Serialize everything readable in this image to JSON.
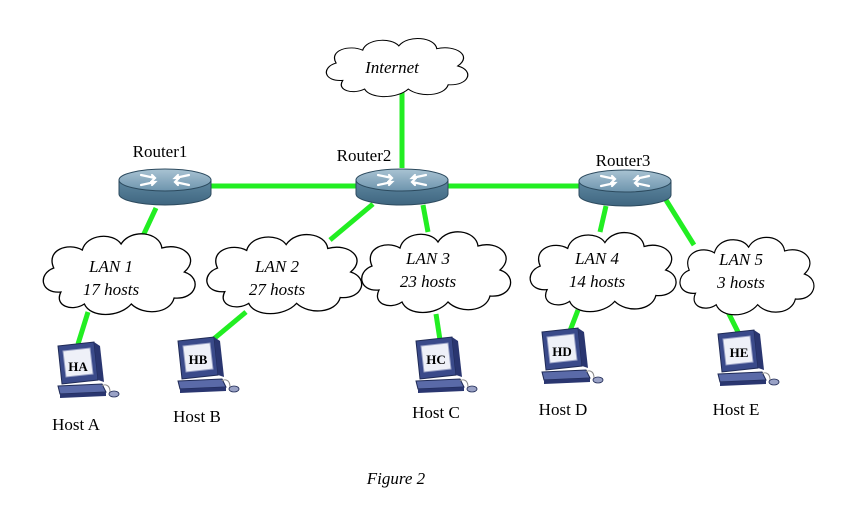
{
  "internet": {
    "label": "Internet"
  },
  "routers": {
    "r1": {
      "label": "Router1"
    },
    "r2": {
      "label": "Router2"
    },
    "r3": {
      "label": "Router3"
    }
  },
  "lans": {
    "lan1": {
      "name": "LAN 1",
      "hosts": "17 hosts"
    },
    "lan2": {
      "name": "LAN 2",
      "hosts": "27 hosts"
    },
    "lan3": {
      "name": "LAN 3",
      "hosts": "23 hosts"
    },
    "lan4": {
      "name": "LAN 4",
      "hosts": "14 hosts"
    },
    "lan5": {
      "name": "LAN 5",
      "hosts": "3 hosts"
    }
  },
  "hosts": {
    "a": {
      "tag": "HA",
      "label": "Host A"
    },
    "b": {
      "tag": "HB",
      "label": "Host B"
    },
    "c": {
      "tag": "HC",
      "label": "Host C"
    },
    "d": {
      "tag": "HD",
      "label": "Host D"
    },
    "e": {
      "tag": "HE",
      "label": "Host E"
    }
  },
  "caption": "Figure 2",
  "colors": {
    "link": "#22ee22",
    "router": "#5e87a0",
    "host": "#4a5a9a"
  }
}
